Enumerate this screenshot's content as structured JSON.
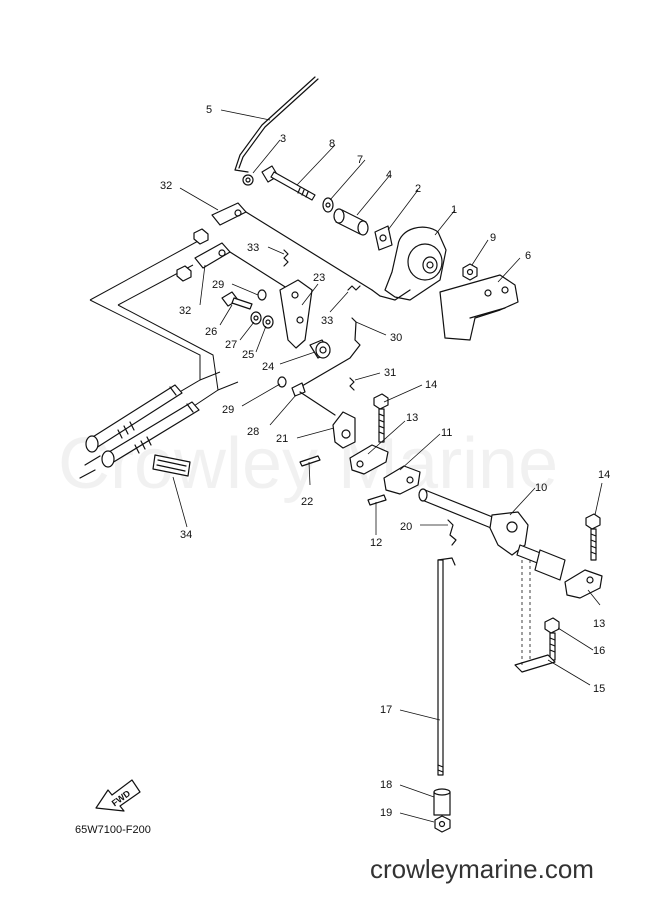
{
  "watermark": "Crowley Marine",
  "site_text": "crowleymarine.com",
  "diagram_code": "65W7100-F200",
  "fwd_label": "FWD",
  "part_labels": {
    "p1": "1",
    "p2": "2",
    "p3": "3",
    "p4": "4",
    "p5": "5",
    "p6": "6",
    "p7": "7",
    "p8": "8",
    "p9": "9",
    "p10": "10",
    "p11": "11",
    "p12": "12",
    "p13a": "13",
    "p13b": "13",
    "p14a": "14",
    "p14b": "14",
    "p15": "15",
    "p16": "16",
    "p17": "17",
    "p18": "18",
    "p19": "19",
    "p20": "20",
    "p21": "21",
    "p22": "22",
    "p23": "23",
    "p24": "24",
    "p25": "25",
    "p26": "26",
    "p27": "27",
    "p28": "28",
    "p29a": "29",
    "p29b": "29",
    "p30": "30",
    "p31": "31",
    "p32a": "32",
    "p32b": "32",
    "p33a": "33",
    "p33b": "33",
    "p34": "34"
  }
}
